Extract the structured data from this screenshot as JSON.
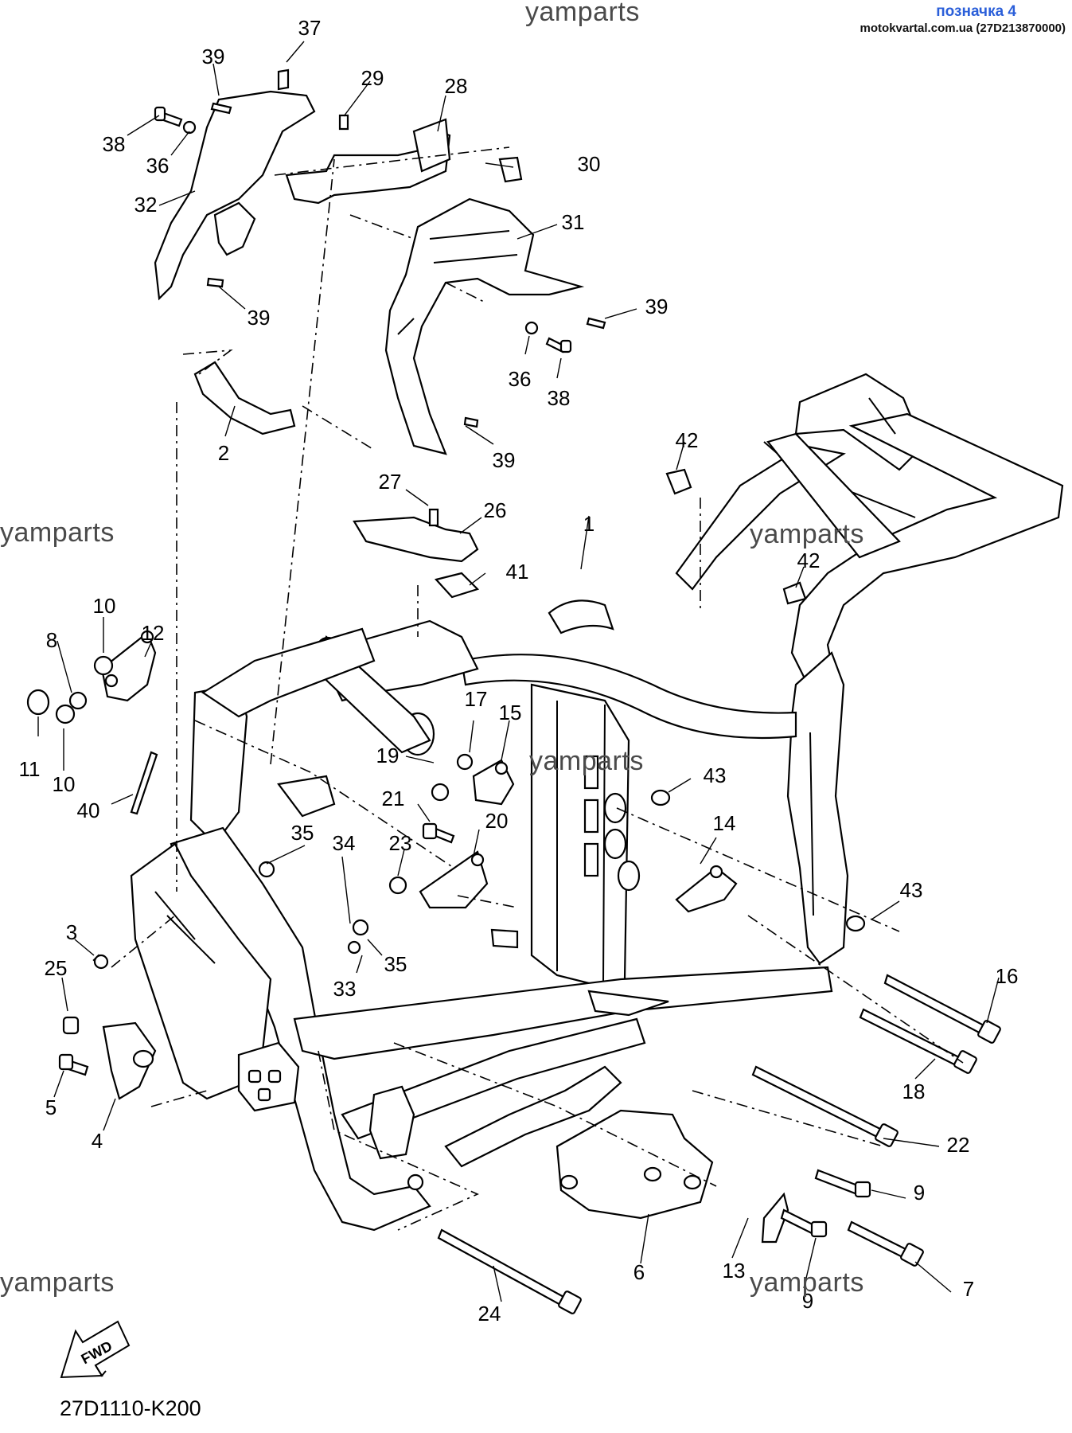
{
  "header": {
    "title": "позначка 4",
    "source": "motokvartal.com.ua (27D213870000)"
  },
  "watermarks": [
    {
      "text": "yamparts",
      "id": "wm-top"
    },
    {
      "text": "yamparts",
      "id": "wm-left-mid"
    },
    {
      "text": "yamparts",
      "id": "wm-right-mid"
    },
    {
      "text": "yamparts",
      "id": "wm-center"
    },
    {
      "text": "yamparts",
      "id": "wm-left-bottom"
    },
    {
      "text": "yamparts",
      "id": "wm-right-bottom"
    }
  ],
  "callouts": [
    {
      "label": "37"
    },
    {
      "label": "39"
    },
    {
      "label": "29"
    },
    {
      "label": "28"
    },
    {
      "label": "38"
    },
    {
      "label": "36"
    },
    {
      "label": "30"
    },
    {
      "label": "32"
    },
    {
      "label": "31"
    },
    {
      "label": "39"
    },
    {
      "label": "39"
    },
    {
      "label": "36"
    },
    {
      "label": "38"
    },
    {
      "label": "2"
    },
    {
      "label": "39"
    },
    {
      "label": "42"
    },
    {
      "label": "27"
    },
    {
      "label": "26"
    },
    {
      "label": "1"
    },
    {
      "label": "42"
    },
    {
      "label": "41"
    },
    {
      "label": "10"
    },
    {
      "label": "8"
    },
    {
      "label": "12"
    },
    {
      "label": "11"
    },
    {
      "label": "10"
    },
    {
      "label": "17"
    },
    {
      "label": "15"
    },
    {
      "label": "19"
    },
    {
      "label": "43"
    },
    {
      "label": "40"
    },
    {
      "label": "21"
    },
    {
      "label": "20"
    },
    {
      "label": "14"
    },
    {
      "label": "35"
    },
    {
      "label": "34"
    },
    {
      "label": "23"
    },
    {
      "label": "43"
    },
    {
      "label": "3"
    },
    {
      "label": "33"
    },
    {
      "label": "35"
    },
    {
      "label": "25"
    },
    {
      "label": "16"
    },
    {
      "label": "5"
    },
    {
      "label": "4"
    },
    {
      "label": "18"
    },
    {
      "label": "22"
    },
    {
      "label": "9"
    },
    {
      "label": "6"
    },
    {
      "label": "13"
    },
    {
      "label": "9"
    },
    {
      "label": "7"
    },
    {
      "label": "24"
    }
  ],
  "fwd_label": "FWD",
  "diagram_code": "27D1110-K200"
}
